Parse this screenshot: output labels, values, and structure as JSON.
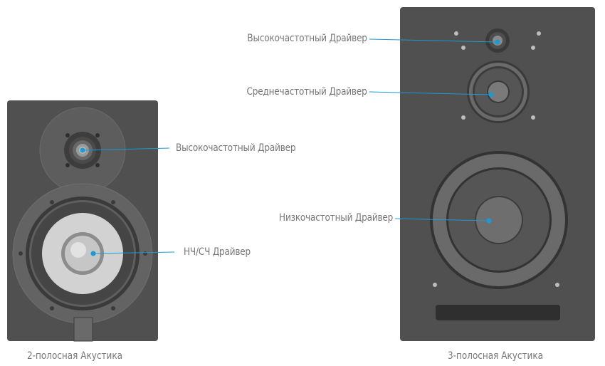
{
  "speakers": {
    "two_way": {
      "caption": "2-полосная Акустика",
      "labels": {
        "tweeter": "Высокочастотный Драйвер",
        "woofer_mid": "НЧ/СЧ Драйвер"
      }
    },
    "three_way": {
      "caption": "3-полосная Акустика",
      "labels": {
        "tweeter": "Высокочастотный Драйвер",
        "midrange": "Среднечастотный Драйвер",
        "woofer": "Низкочастотный Драйвер"
      }
    }
  },
  "colors": {
    "cabinet": "#505050",
    "accent_line": "#1a9ad6",
    "label_text": "#777777"
  }
}
